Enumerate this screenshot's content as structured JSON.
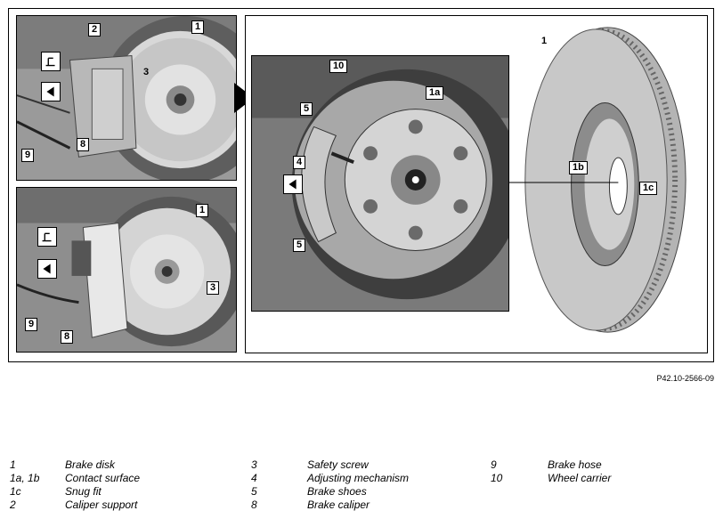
{
  "figure": {
    "callouts": {
      "tl_1": "1",
      "tl_2": "2",
      "tl_3": "3",
      "tl_8": "8",
      "tl_9": "9",
      "bl_1": "1",
      "bl_3": "3",
      "bl_8": "8",
      "bl_9": "9",
      "c_10": "10",
      "c_5a": "5",
      "c_1a": "1a",
      "c_4": "4",
      "c_5b": "5",
      "r_1": "1",
      "r_1b": "1b",
      "r_1c": "1c"
    },
    "reference_code": "P42.10-2566-09"
  },
  "legend": {
    "columns": [
      [
        {
          "num": "1",
          "desc": "Brake disk"
        },
        {
          "num": "1a, 1b",
          "desc": "Contact surface"
        },
        {
          "num": "1c",
          "desc": "Snug fit"
        },
        {
          "num": "2",
          "desc": "Caliper support"
        }
      ],
      [
        {
          "num": "3",
          "desc": "Safety screw"
        },
        {
          "num": "4",
          "desc": "Adjusting mechanism"
        },
        {
          "num": "5",
          "desc": "Brake shoes"
        },
        {
          "num": "8",
          "desc": "Brake caliper"
        }
      ],
      [
        {
          "num": "9",
          "desc": "Brake hose"
        },
        {
          "num": "10",
          "desc": "Wheel carrier"
        }
      ]
    ]
  }
}
